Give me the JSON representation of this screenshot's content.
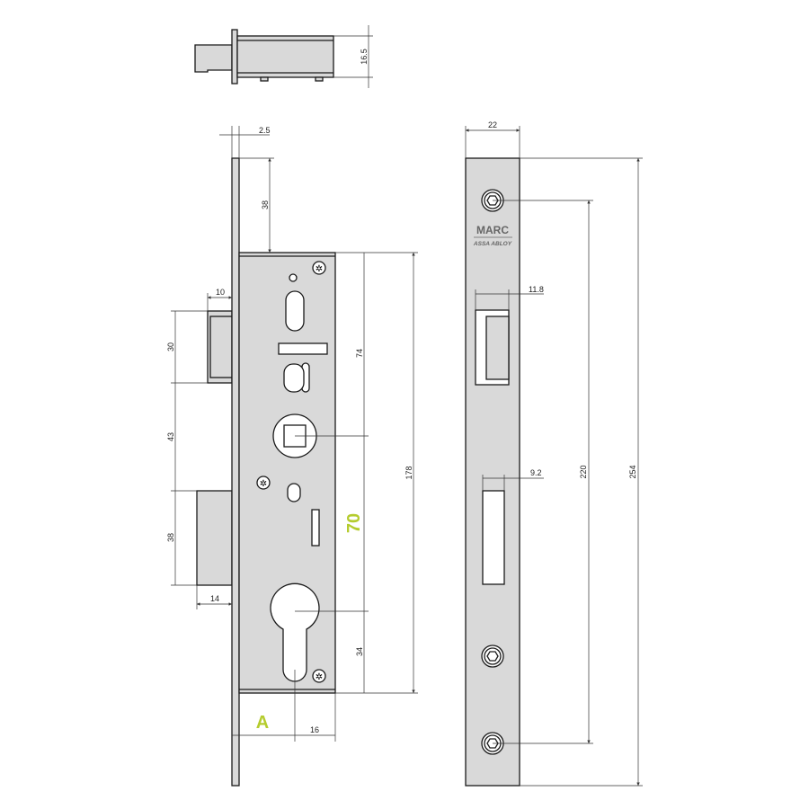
{
  "drawing": {
    "top_view": {
      "height_dim": "16.5"
    },
    "front_view": {
      "faceplate_thickness": "2.5",
      "top_offset": "38",
      "latch_projection": "10",
      "latch_height": "30",
      "latch_to_deadbolt": "43",
      "deadbolt_height": "38",
      "deadbolt_projection": "14",
      "spindle_from_top": "74",
      "center_distance": "70",
      "cylinder_to_bottom": "34",
      "case_height": "178",
      "backset_label": "A",
      "cylinder_to_back": "16"
    },
    "side_view": {
      "faceplate_width": "22",
      "latch_opening_width": "11.8",
      "deadbolt_opening_width": "9.2",
      "screw_spacing": "220",
      "faceplate_length": "254",
      "logo_brand": "MARC",
      "logo_sub": "ASSA ABLOY"
    },
    "colors": {
      "accent": "#b5cc2e",
      "body": "#d9d9d9"
    }
  }
}
